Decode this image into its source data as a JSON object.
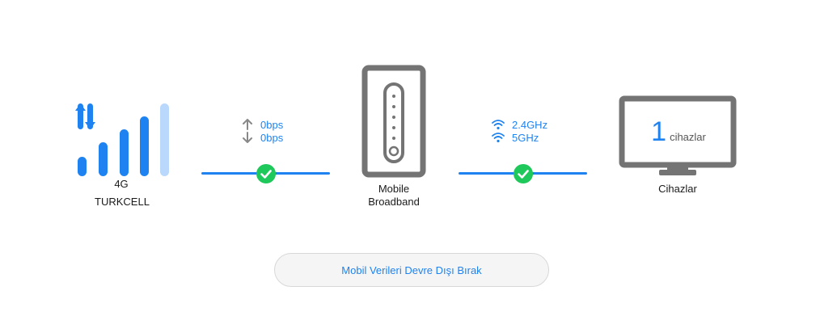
{
  "signal": {
    "network_type": "4G",
    "carrier": "TURKCELL",
    "icon": "signal-bars-icon",
    "active_color": "#1e83f0",
    "weak_color": "#b9d8fb"
  },
  "link1": {
    "upload": "0bps",
    "download": "0bps",
    "status": "connected"
  },
  "router": {
    "label_line1": "Mobile",
    "label_line2": "Broadband",
    "icon": "router-icon"
  },
  "link2": {
    "band1": "2.4GHz",
    "band2": "5GHz",
    "status": "connected"
  },
  "devices": {
    "count": "1",
    "unit": "cihazlar",
    "label": "Cihazlar",
    "icon": "monitor-icon"
  },
  "actions": {
    "disable_mobile_data": "Mobil Verileri Devre Dışı Bırak"
  },
  "colors": {
    "accent": "#1e83f0",
    "ok": "#1ec85a",
    "device_gray": "#747474"
  }
}
